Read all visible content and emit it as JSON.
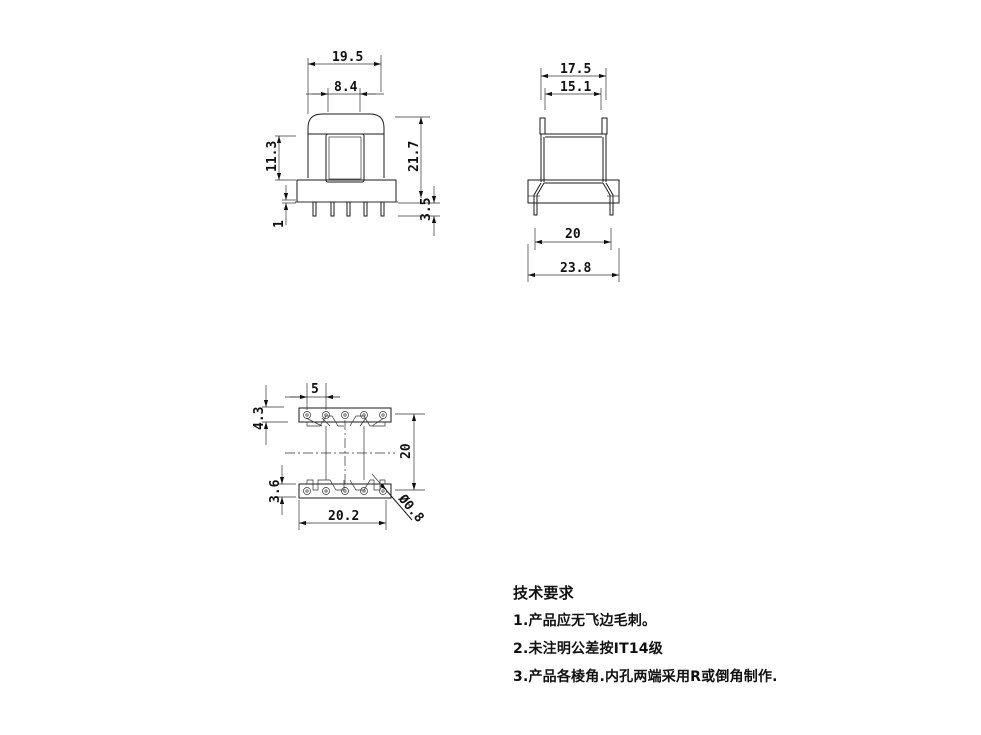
{
  "drawing": {
    "front_view": {
      "dims": {
        "overall_width": "19.5",
        "window_width": "8.4",
        "window_height": "11.3",
        "total_height": "21.7",
        "pin_length": "3.5",
        "base_offset": "1"
      }
    },
    "side_view": {
      "dims": {
        "top_outer": "17.5",
        "top_inner": "15.1",
        "pin_span": "20",
        "base_width": "23.8"
      }
    },
    "bottom_view": {
      "dims": {
        "pin_pitch": "5",
        "flange_top": "4.3",
        "pin_row_spacing": "20",
        "flange_bottom": "3.6",
        "flange_width": "20.2",
        "hole_diameter": "Ø0.8"
      }
    }
  },
  "notes": {
    "title": "技术要求",
    "items": [
      "1.产品应无飞边毛刺。",
      "2.未注明公差按IT14级",
      "3.产品各棱角.内孔两端采用R或倒角制作."
    ]
  }
}
